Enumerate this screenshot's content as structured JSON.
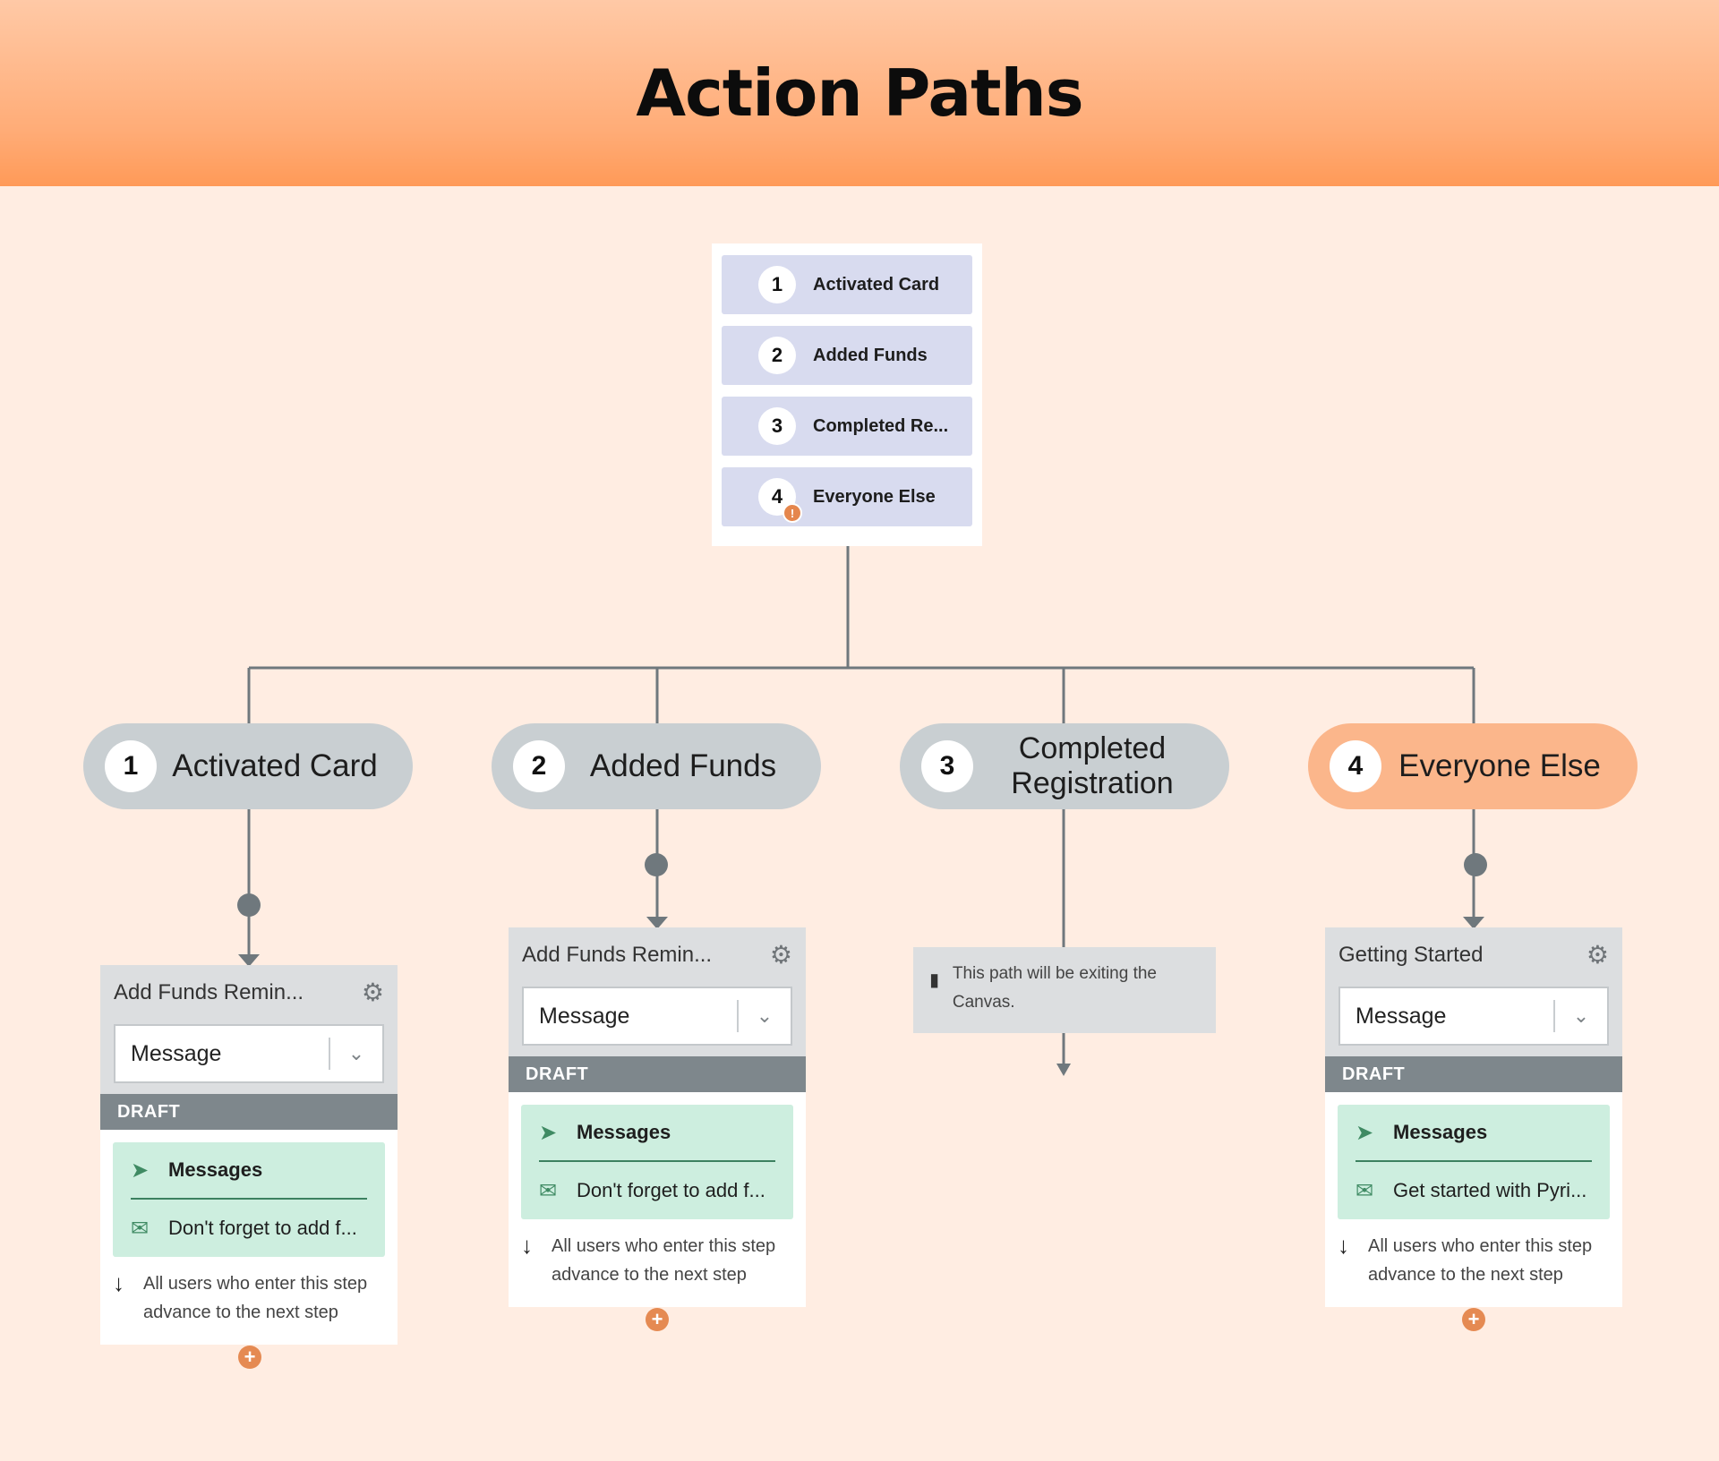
{
  "header": {
    "title": "Action Paths"
  },
  "path_list": [
    {
      "num": "1",
      "label": "Activated Card",
      "warning": false
    },
    {
      "num": "2",
      "label": "Added Funds",
      "warning": false
    },
    {
      "num": "3",
      "label": "Completed Re...",
      "warning": true
    },
    {
      "num": "4",
      "label": "Everyone Else",
      "warning": true
    }
  ],
  "branches": [
    {
      "num": "1",
      "label": "Activated Card"
    },
    {
      "num": "2",
      "label": "Added Funds"
    },
    {
      "num": "3",
      "label": "Completed Registration"
    },
    {
      "num": "4",
      "label": "Everyone Else",
      "accent": "#fbb68b"
    }
  ],
  "steps": {
    "activated": {
      "title": "Add Funds Remin...",
      "channel": "Message",
      "status": "DRAFT",
      "messages_label": "Messages",
      "message": "Don't forget to add f...",
      "advance": "All users who enter this step advance to the next step"
    },
    "funds": {
      "title": "Add Funds Remin...",
      "channel": "Message",
      "status": "DRAFT",
      "messages_label": "Messages",
      "message": "Don't forget to add f...",
      "advance": "All users who enter this step advance to the next step"
    },
    "everyone": {
      "title": "Getting Started",
      "channel": "Message",
      "status": "DRAFT",
      "messages_label": "Messages",
      "message": "Get started with Pyri...",
      "advance": "All users who enter this step advance to the next step"
    }
  },
  "exit": {
    "text": "This path will be exiting the Canvas."
  },
  "colors": {
    "line": "#6f787d",
    "node": "#6f787d",
    "add": "#e58a52",
    "accent": "#fbb68b",
    "draft": "#7e878c",
    "messages_bg": "#cdeedf"
  }
}
